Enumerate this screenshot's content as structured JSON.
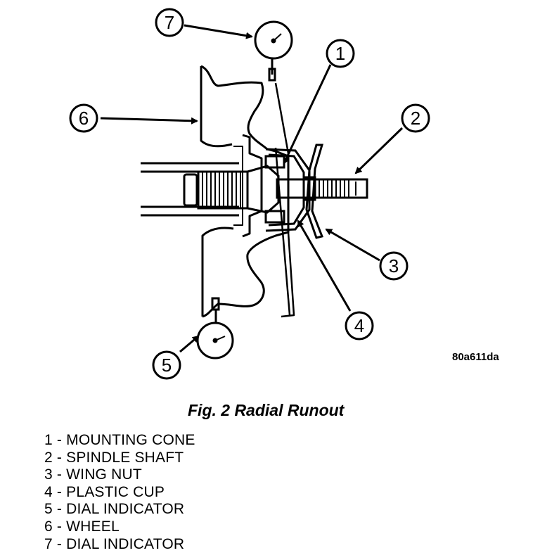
{
  "figure": {
    "caption": "Fig. 2 Radial Runout",
    "code": "80a611da"
  },
  "callouts": [
    {
      "number": "1"
    },
    {
      "number": "2"
    },
    {
      "number": "3"
    },
    {
      "number": "4"
    },
    {
      "number": "5"
    },
    {
      "number": "6"
    },
    {
      "number": "7"
    }
  ],
  "legend": [
    {
      "text": "1 - MOUNTING CONE"
    },
    {
      "text": "2 - SPINDLE SHAFT"
    },
    {
      "text": "3 - WING NUT"
    },
    {
      "text": "4 - PLASTIC CUP"
    },
    {
      "text": "5 - DIAL INDICATOR"
    },
    {
      "text": "6 - WHEEL"
    },
    {
      "text": "7 - DIAL INDICATOR"
    }
  ]
}
